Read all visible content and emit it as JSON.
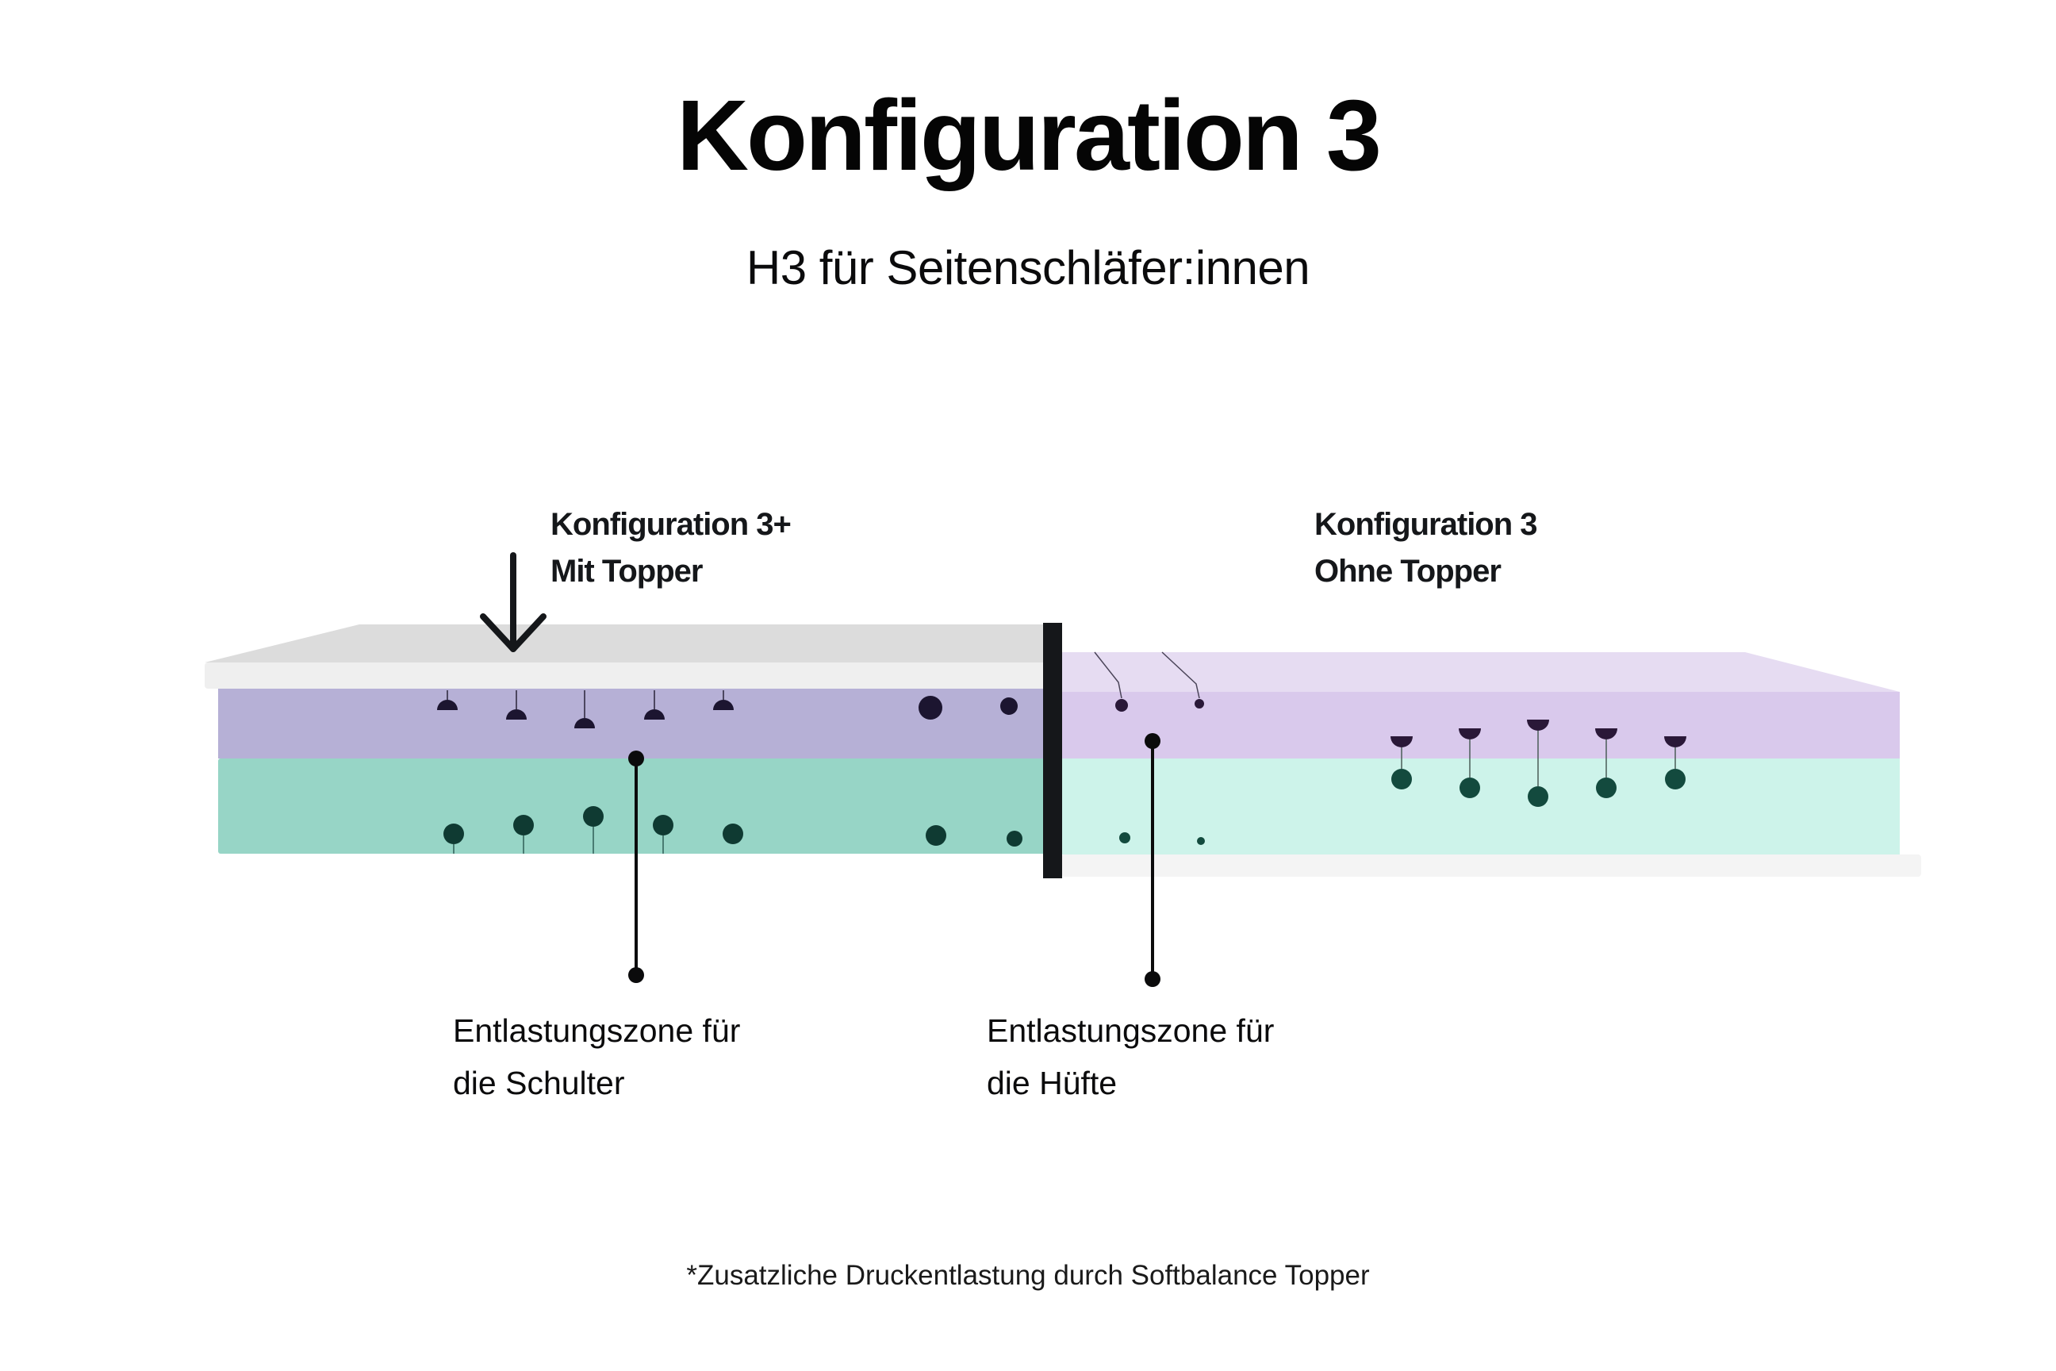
{
  "header": {
    "title": "Konfiguration 3",
    "subtitle": "H3 für Seitenschläfer:innen"
  },
  "configurations": [
    {
      "id": "with-topper",
      "line1": "Konfiguration 3+",
      "line2": "Mit Topper"
    },
    {
      "id": "without-topper",
      "line1": "Konfiguration 3",
      "line2": "Ohne Topper"
    }
  ],
  "zones": [
    {
      "id": "shoulder",
      "line1": "Entlastungszone für",
      "line2": "die Schulter"
    },
    {
      "id": "hip",
      "line1": "Entlastungszone für",
      "line2": "die Hüfte"
    }
  ],
  "footnote": "*Zusatzliche Druckentlastung durch Softbalance Topper",
  "icons": {
    "arrow": "arrow-down-icon",
    "divider": "split-divider",
    "marker": "callout-dot"
  },
  "colors": {
    "topper": "#e8e8e8",
    "purple_left": "#b6b0d6",
    "teal_left": "#97d5c6",
    "purple_right": "#d9c9ec",
    "teal_right": "#cdf3ea",
    "base_right": "#f4f4f4",
    "ink": "#15171a"
  }
}
